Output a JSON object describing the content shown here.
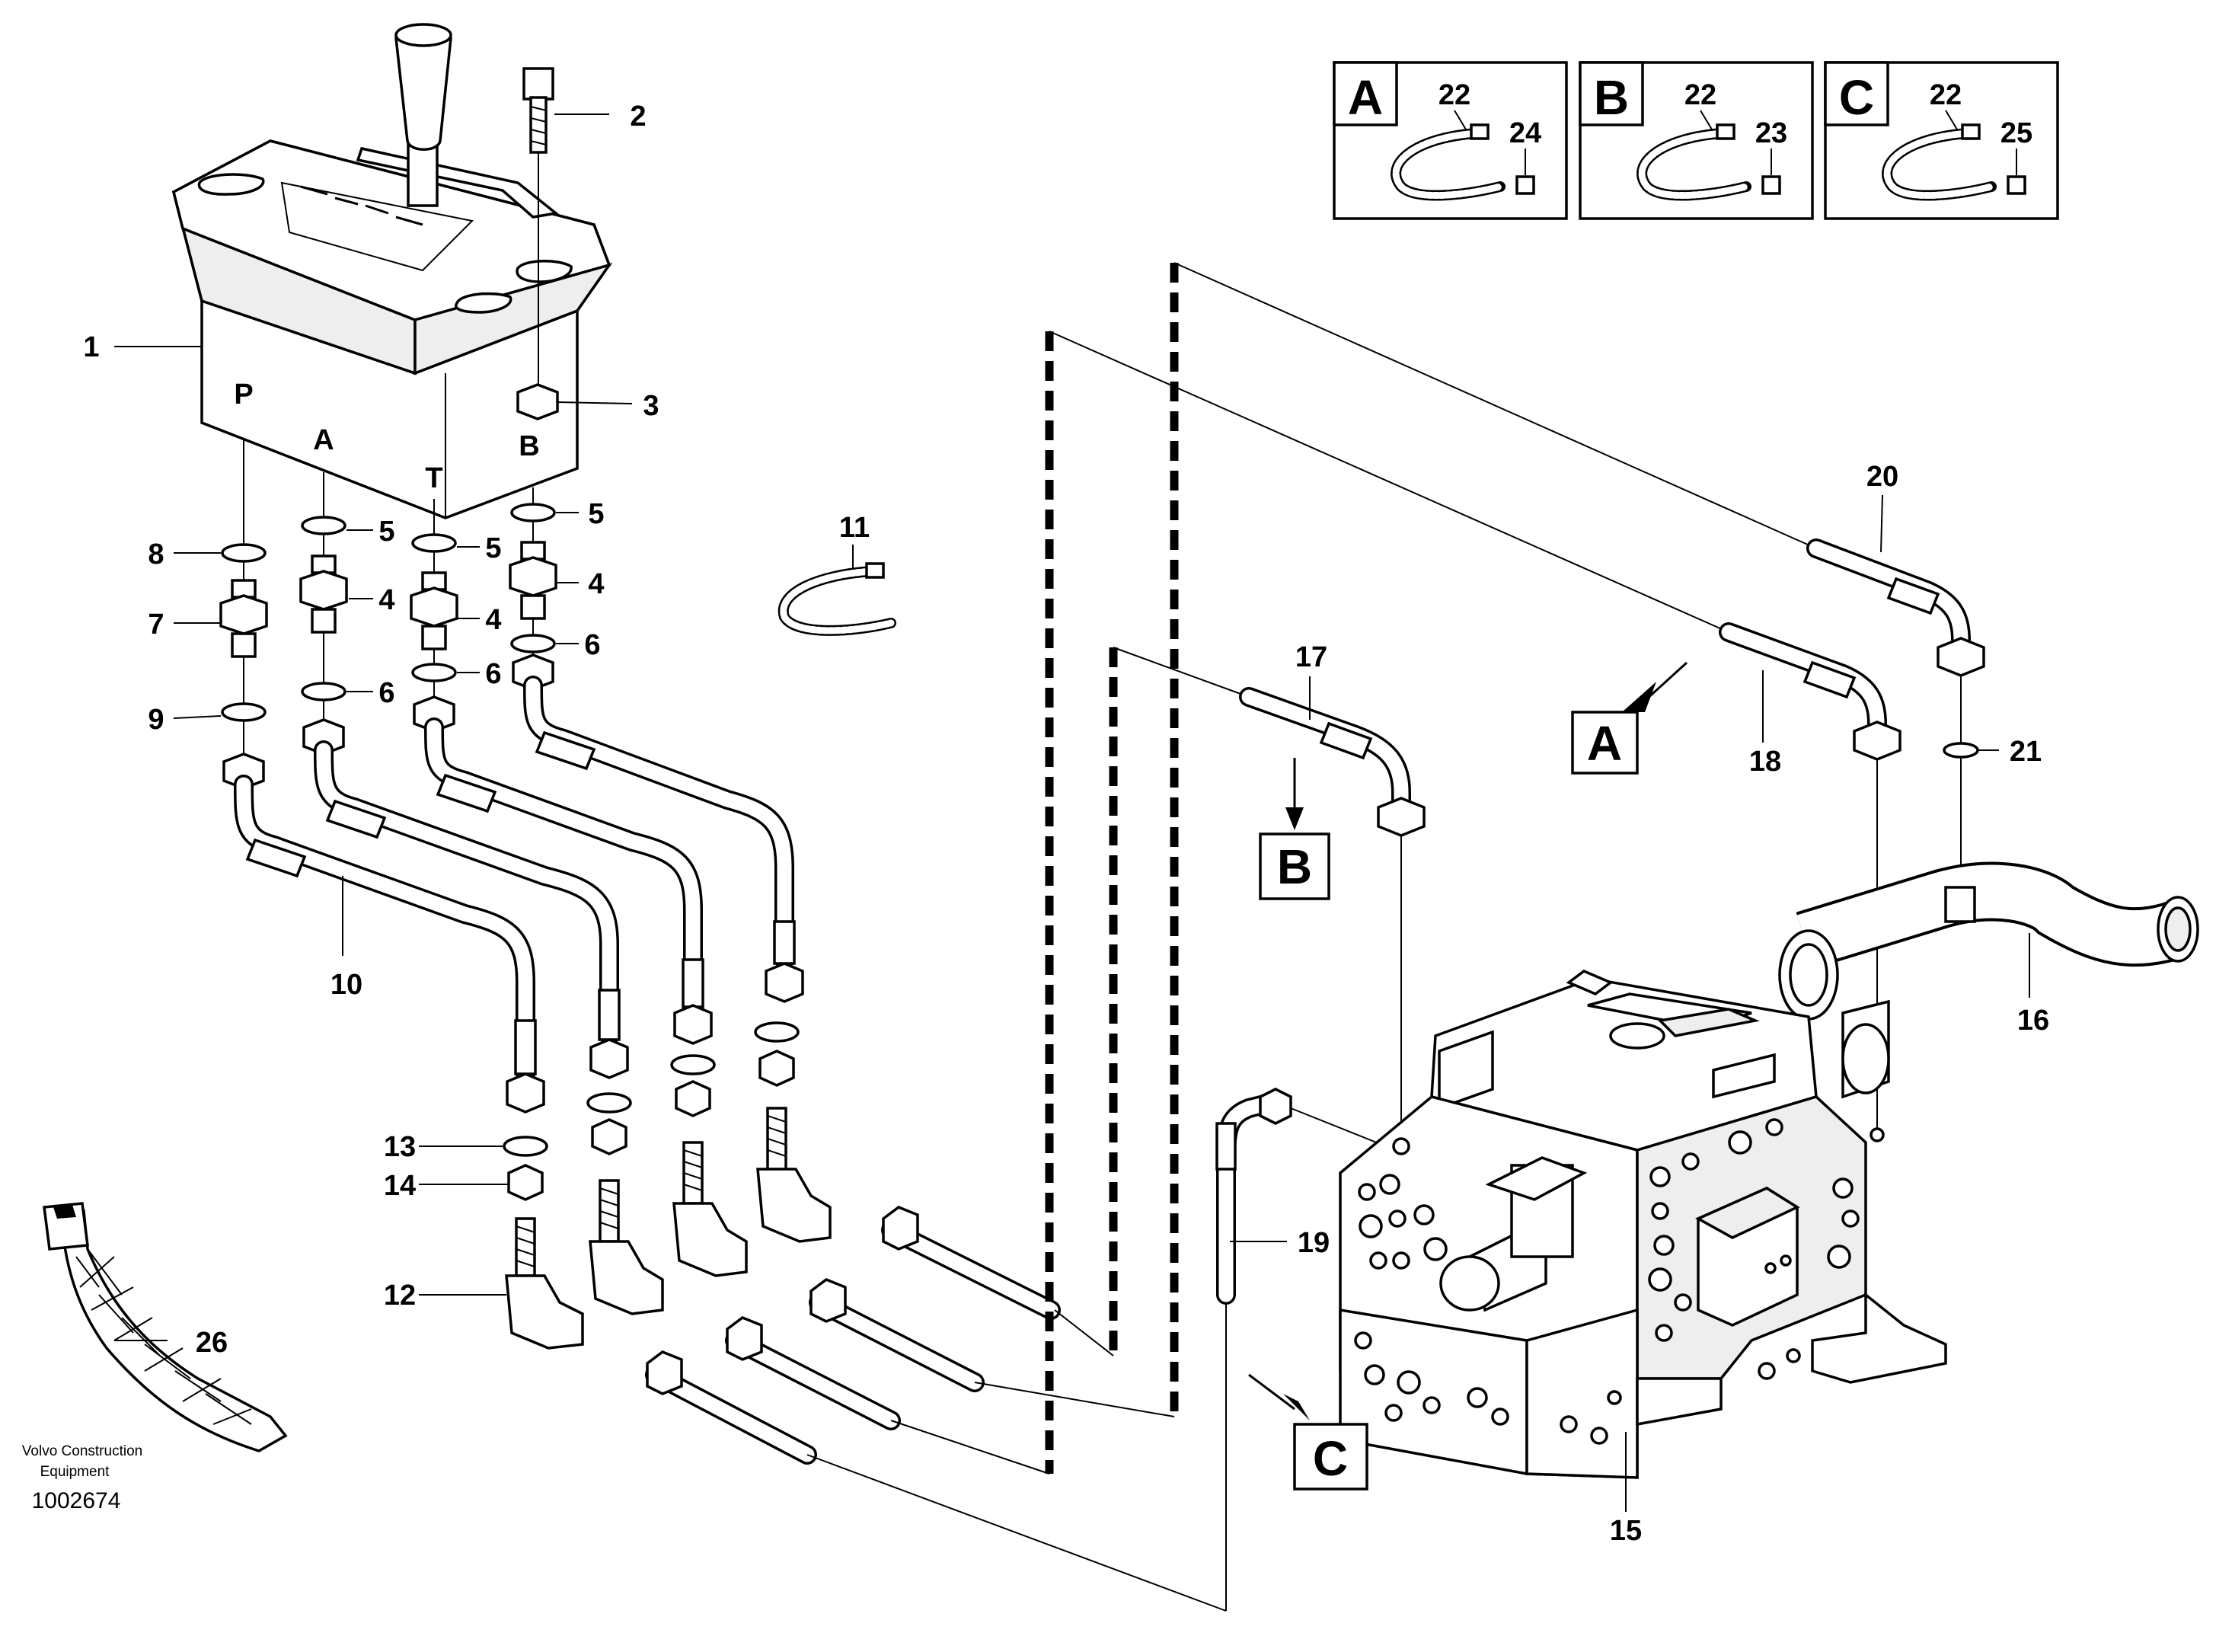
{
  "brand": {
    "line1": "Volvo Construction",
    "line2": "Equipment"
  },
  "drawing_number": "1002674",
  "port_labels": {
    "p": "P",
    "a": "A",
    "t": "T",
    "b": "B"
  },
  "detail_boxes": [
    {
      "letter": "A",
      "tie_label": "22",
      "clip_label": "24"
    },
    {
      "letter": "B",
      "tie_label": "22",
      "clip_label": "23"
    },
    {
      "letter": "C",
      "tie_label": "22",
      "clip_label": "25"
    }
  ],
  "view_markers": {
    "a": "A",
    "b": "B",
    "c": "C"
  },
  "callouts": {
    "c1": "1",
    "c2": "2",
    "c3": "3",
    "c4a": "4",
    "c4b": "4",
    "c4c": "4",
    "c5a": "5",
    "c5b": "5",
    "c5c": "5",
    "c6a": "6",
    "c6b": "6",
    "c6c": "6",
    "c7": "7",
    "c8": "8",
    "c9": "9",
    "c10": "10",
    "c11": "11",
    "c12": "12",
    "c13": "13",
    "c14": "14",
    "c15": "15",
    "c16": "16",
    "c17": "17",
    "c18": "18",
    "c19": "19",
    "c20": "20",
    "c21": "21",
    "c26": "26"
  }
}
